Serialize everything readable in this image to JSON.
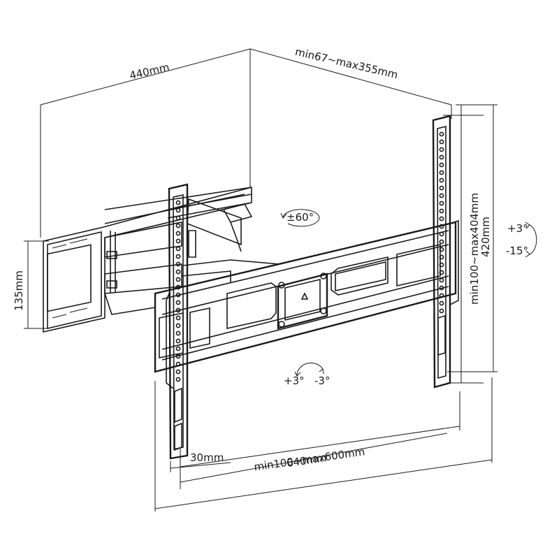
{
  "dimensions": {
    "depth_min_max": "min67~max355mm",
    "plate_width": "440mm",
    "plate_height": "135mm",
    "vesa_vertical": "min100~max404mm",
    "arm_height": "420mm",
    "vesa_horizontal": "min100~max600mm",
    "total_width": "640mm",
    "arm_offset": "30mm"
  },
  "angles": {
    "swivel": "±60°",
    "tilt_up": "+3°",
    "tilt_down": "-15°",
    "rotate_left": "+3°",
    "rotate_right": "-3°"
  },
  "colors": {
    "line": "#1a1a1a",
    "background": "#ffffff"
  }
}
